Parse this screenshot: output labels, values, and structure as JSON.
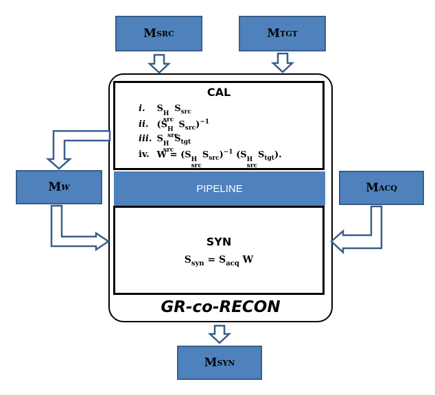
{
  "title": "GR-co-RECON",
  "colors": {
    "box_fill": "#4f81bd",
    "box_border": "#385d8a",
    "arrow_stroke": "#385d8a"
  },
  "inputs": {
    "src": {
      "main": "M",
      "sub": "SRC"
    },
    "tgt": {
      "main": "M",
      "sub": "TGT"
    },
    "w": {
      "main": "M",
      "sub": "W"
    },
    "acq": {
      "main": "M",
      "sub": "ACQ"
    }
  },
  "output": {
    "syn": {
      "main": "M",
      "sub": "SYN"
    }
  },
  "cal": {
    "title": "CAL",
    "steps": [
      {
        "num": "i.",
        "expr": "S^H_src S_src"
      },
      {
        "num": "ii.",
        "expr": "(S^H_src S_src)^-1"
      },
      {
        "num": "iii.",
        "expr": "S^H_src S_tgt"
      },
      {
        "num": "iv.",
        "expr": "W = (S^H_src S_src)^-1 (S^H_src S_tgt)."
      }
    ]
  },
  "pipeline": {
    "label": "PIPELINE"
  },
  "syn": {
    "title": "SYN",
    "equation": "S_syn = S_acq W"
  }
}
